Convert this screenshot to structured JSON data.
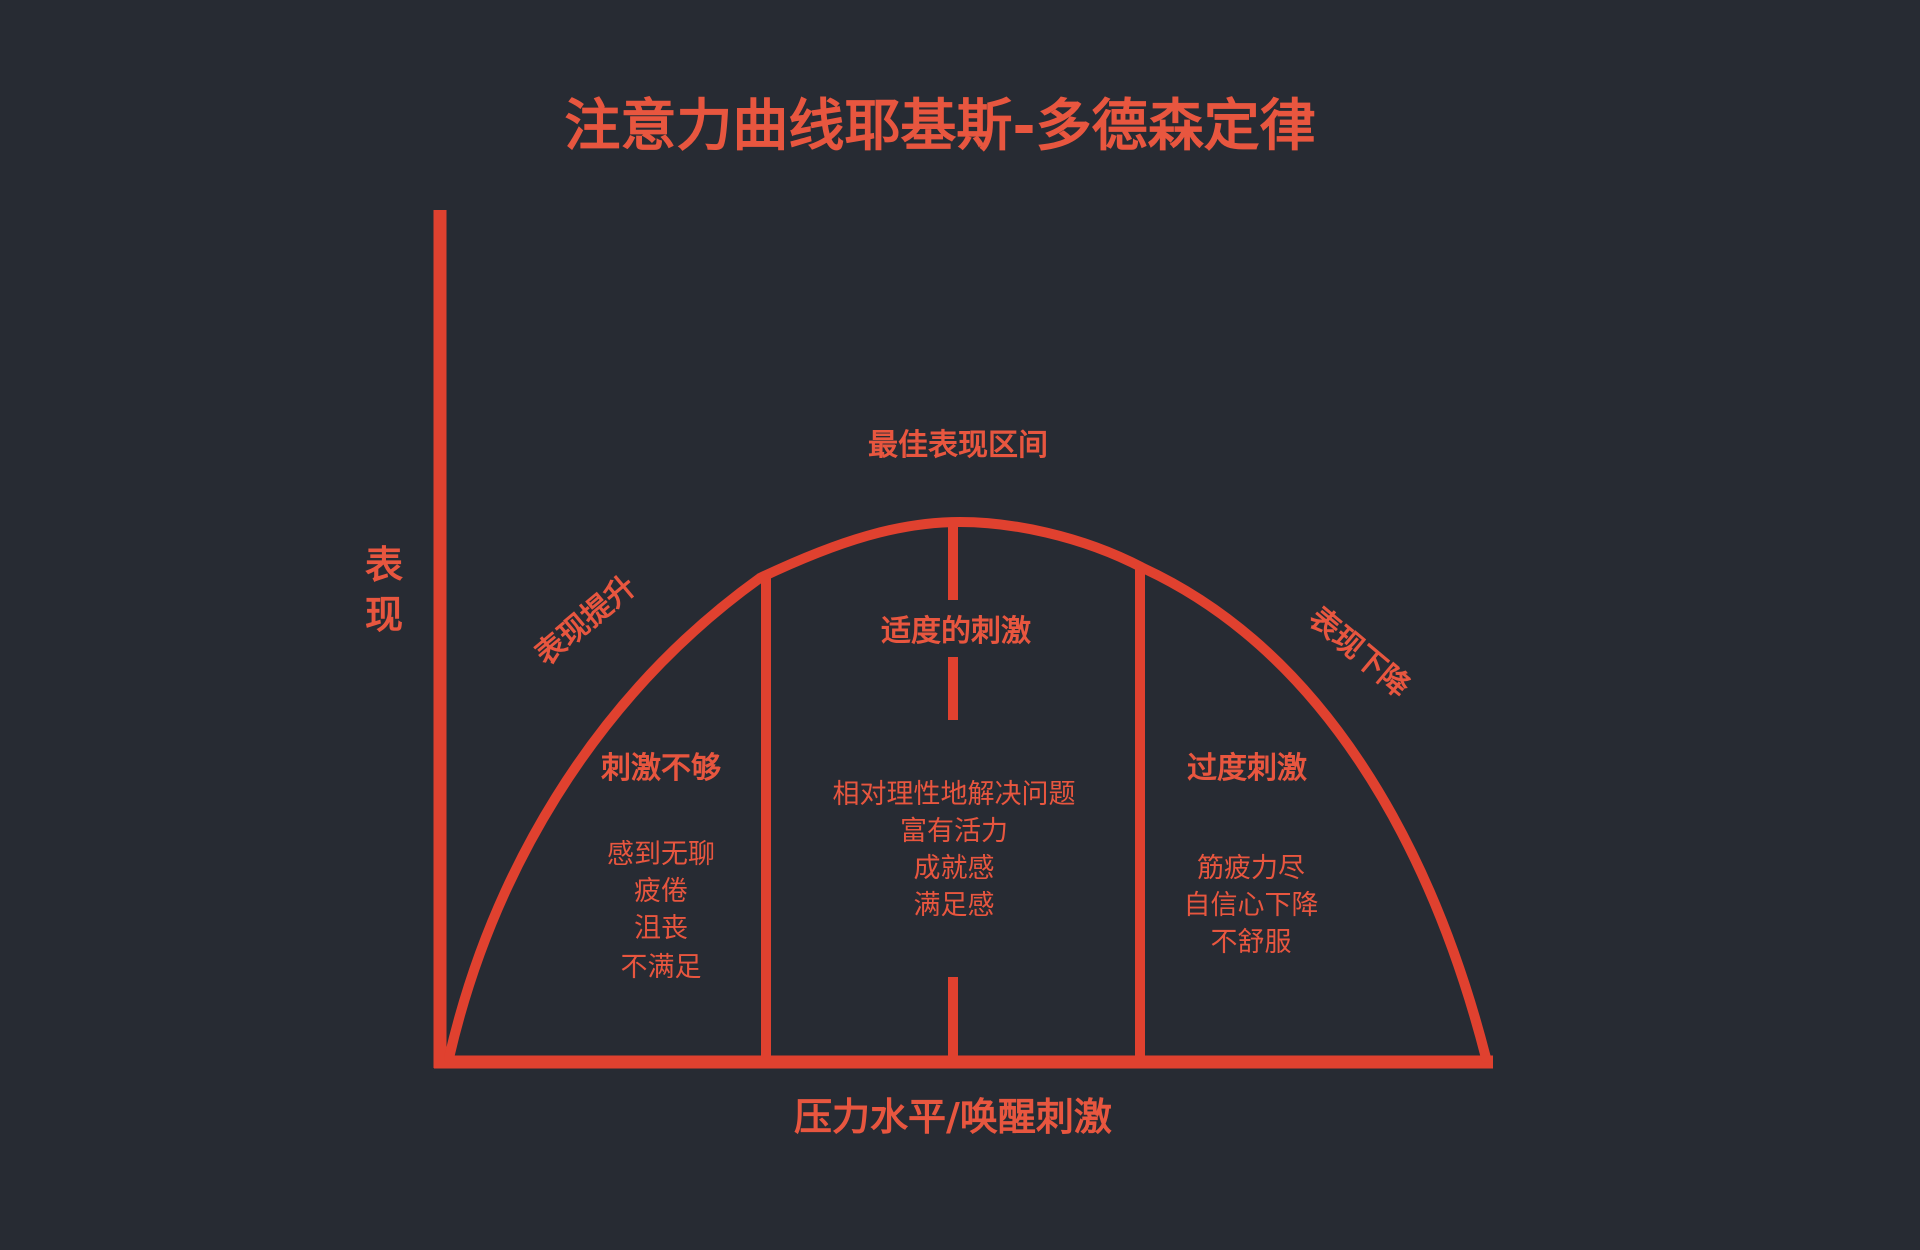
{
  "title": "注意力曲线耶基斯-多德森定律",
  "axes": {
    "y_label": [
      "表",
      "现"
    ],
    "x_label": "压力水平/唤醒刺激"
  },
  "curve_labels": {
    "rising": "表现提升",
    "peak": "最佳表现区间",
    "falling": "表现下降"
  },
  "zones": {
    "low": {
      "heading": "刺激不够",
      "lines": [
        "感到无聊",
        "疲倦",
        "沮丧",
        "不满足"
      ]
    },
    "optimal": {
      "heading": "适度的刺激",
      "lines": [
        "相对理性地解决问题",
        "富有活力",
        "成就感",
        "满足感"
      ]
    },
    "high": {
      "heading": "过度刺激",
      "lines": [
        "筋疲力尽",
        "自信心下降",
        "不舒服"
      ]
    }
  },
  "colors": {
    "background": "#272b33",
    "accent": "#e0412f",
    "text": "#e8563f"
  }
}
